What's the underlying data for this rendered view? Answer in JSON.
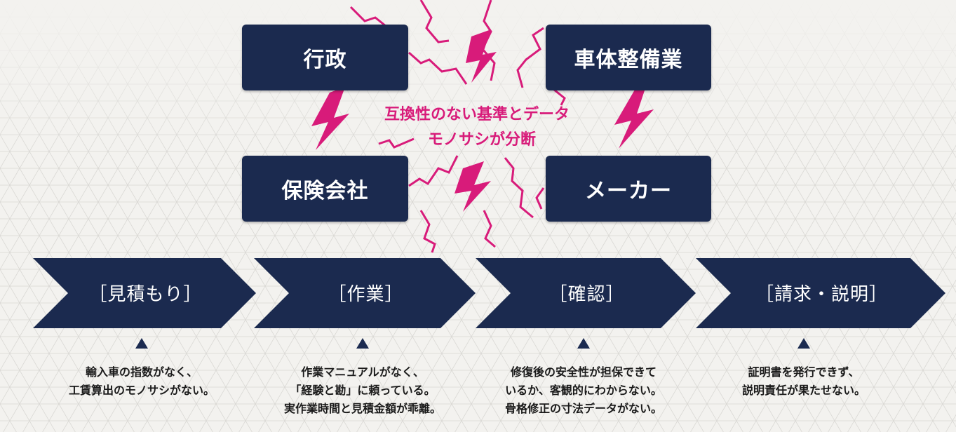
{
  "stakeholders": {
    "gyosei": "行政",
    "shatai": "車体整備業",
    "hoken": "保険会社",
    "maker": "メーカー"
  },
  "center_message": {
    "line1": "互換性のない基準とデータ",
    "line2": "モノサシが分断"
  },
  "steps": [
    {
      "label": "［見積もり］",
      "desc": [
        "輸入車の指数がなく、",
        "工賃算出のモノサシがない。"
      ]
    },
    {
      "label": "［作業］",
      "desc": [
        "作業マニュアルがなく、",
        "「経験と勘」に頼っている。",
        "実作業時間と見積金額が乖離。"
      ]
    },
    {
      "label": "［確認］",
      "desc": [
        "修復後の安全性が担保できて",
        "いるか、客観的にわからない。",
        "骨格修正の寸法データがない。"
      ]
    },
    {
      "label": "［請求・説明］",
      "desc": [
        "証明書を発行できず、",
        "説明責任が果たせない。"
      ]
    }
  ],
  "colors": {
    "navy": "#1b2a4f",
    "accent": "#d81b7a",
    "background": "#f3f2ef"
  },
  "icons": [
    "lightning-bolt-icon",
    "crack-line-icon",
    "up-triangle-icon"
  ]
}
